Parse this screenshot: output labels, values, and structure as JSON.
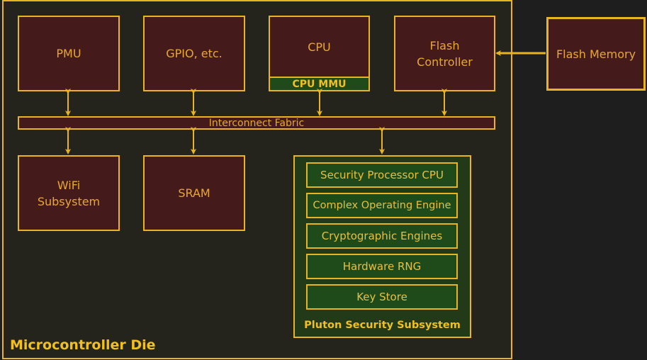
{
  "die": {
    "label": "Microcontroller Die"
  },
  "blocks": {
    "pmu": "PMU",
    "gpio": "GPIO, etc.",
    "cpu": "CPU",
    "cpu_mmu": "CPU MMU",
    "flash_controller": "Flash Controller",
    "flash_memory": "Flash Memory",
    "wifi": "WiFi Subsystem",
    "sram": "SRAM"
  },
  "interconnect": {
    "label": "Interconnect Fabric"
  },
  "pluton": {
    "label": "Pluton Security Subsystem",
    "components": [
      "Security Processor CPU",
      "Complex Operating Engine",
      "Cryptographic Engines",
      "Hardware RNG",
      "Key Store"
    ]
  },
  "colors": {
    "border": "#e8b422",
    "block_fill": "#451a1a",
    "secure_fill": "#1f4a1a",
    "text": "#e8a830"
  }
}
